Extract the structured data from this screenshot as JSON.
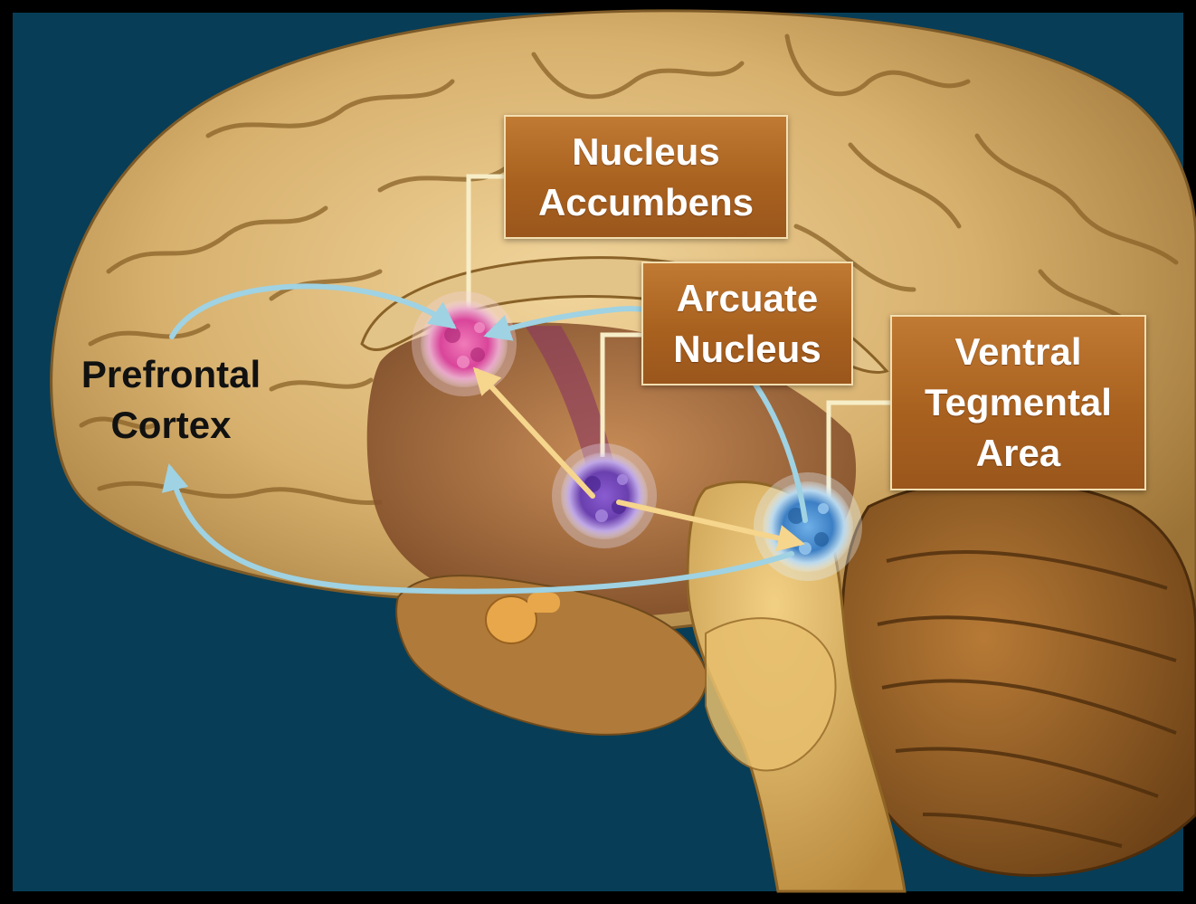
{
  "labels": {
    "nucleus_accumbens": [
      "Nucleus",
      "Accumbens"
    ],
    "arcuate_nucleus": [
      "Arcuate",
      "Nucleus"
    ],
    "ventral_tegmental_area": [
      "Ventral",
      "Tegmental",
      "Area"
    ],
    "prefrontal_cortex": [
      "Prefrontal",
      "Cortex"
    ]
  },
  "colors": {
    "background": "#073d57",
    "frame": "#000000",
    "brain": "#d8b271",
    "callout_fill": "#b06a25",
    "callout_border": "#f3deb0",
    "arrow_blue": "#9fd2e3",
    "arrow_yellow": "#f6d58c",
    "nucleus_accumbens_node": "#e0529e",
    "arcuate_node": "#7a4fc0",
    "vta_node": "#5c9bd6"
  }
}
